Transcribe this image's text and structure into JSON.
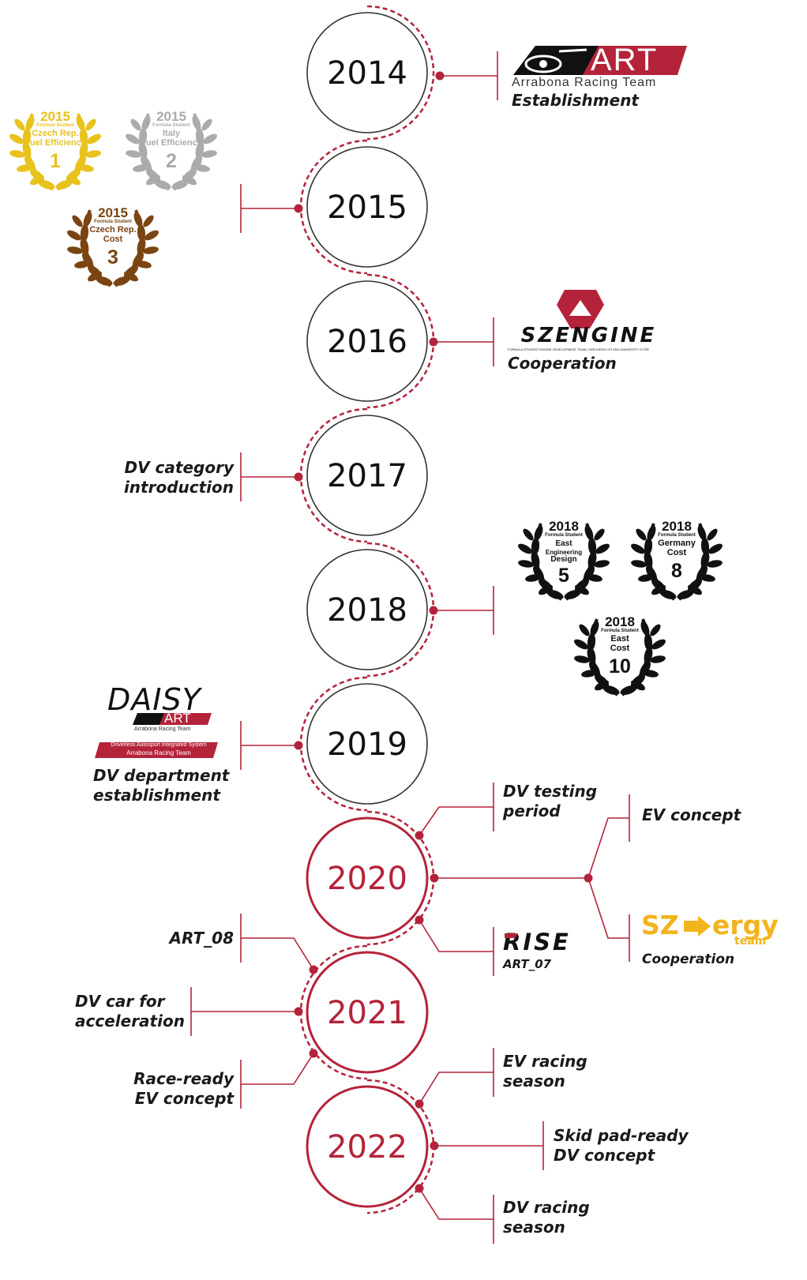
{
  "timeline": {
    "years": [
      {
        "year": "2014",
        "highlight": false
      },
      {
        "year": "2015",
        "highlight": false
      },
      {
        "year": "2016",
        "highlight": false
      },
      {
        "year": "2017",
        "highlight": false
      },
      {
        "year": "2018",
        "highlight": false
      },
      {
        "year": "2019",
        "highlight": false
      },
      {
        "year": "2020",
        "highlight": true
      },
      {
        "year": "2021",
        "highlight": true
      },
      {
        "year": "2022",
        "highlight": true
      }
    ],
    "colors": {
      "accent": "#b4233a",
      "circle_gray": "#333333",
      "gold": "#e8c21d",
      "silver": "#a9abad",
      "bronze": "#7a4513",
      "black": "#111111",
      "energy_yellow": "#f2b41c"
    }
  },
  "labels": {
    "establishment": "Establishment",
    "cooperation_2016": "Cooperation",
    "dv_category_line1": "DV category",
    "dv_category_line2": "introduction",
    "dv_dept_line1": "DV department",
    "dv_dept_line2": "establishment",
    "dv_testing_line1": "DV testing",
    "dv_testing_line2": "period",
    "ev_concept": "EV concept",
    "art07": "ART_07",
    "cooperation_2020": "Cooperation",
    "art08": "ART_08",
    "dv_car_line1": "DV car for",
    "dv_car_line2": "acceleration",
    "race_ready_line1": "Race-ready",
    "race_ready_line2": "EV concept",
    "ev_racing_line1": "EV racing",
    "ev_racing_line2": "season",
    "skid_line1": "Skid pad-ready",
    "skid_line2": "DV concept",
    "dv_racing_line1": "DV racing",
    "dv_racing_line2": "season"
  },
  "logos": {
    "art": {
      "name": "ART",
      "subtitle": "Arrabona Racing Team"
    },
    "szengine": {
      "name": "SZENGINE",
      "tagline": "FORMULA STUDENT ENGINE DEVELOPMENT TEAM | SZÉCHENYI ISTVÁN UNIVERSITY GYŐR"
    },
    "daisy": {
      "name": "DAISY",
      "art": "ART",
      "art_sub": "Arrabona Racing Team",
      "banner1": "Driverless Autosport Integrated System",
      "banner2": "Arrabona Racing Team"
    },
    "rise": {
      "name": "RISE"
    },
    "szenergy": {
      "sz": "SZ",
      "energy": "ergy",
      "team": "team"
    }
  },
  "awards": [
    {
      "year": "2015",
      "fs": "Formula Student",
      "line1": "Czech Rep.",
      "line2": "Fuel Efficiency",
      "rank": "1",
      "color": "#e8c21d"
    },
    {
      "year": "2015",
      "fs": "Formula Student",
      "line1": "Italy",
      "line2": "Fuel Efficiency",
      "rank": "2",
      "color": "#a9abad"
    },
    {
      "year": "2015",
      "fs": "Formula Student",
      "line1": "Czech Rep.",
      "line2": "Cost",
      "rank": "3",
      "color": "#7a4513"
    },
    {
      "year": "2018",
      "fs": "Formula Student",
      "line1": "East",
      "line2": "Engineering",
      "line3": "Design",
      "rank": "5",
      "color": "#111111"
    },
    {
      "year": "2018",
      "fs": "Formula Student",
      "line1": "Germany",
      "line2": "Cost",
      "rank": "8",
      "color": "#111111"
    },
    {
      "year": "2018",
      "fs": "Formula Student",
      "line1": "East",
      "line2": "Cost",
      "rank": "10",
      "color": "#111111"
    }
  ]
}
